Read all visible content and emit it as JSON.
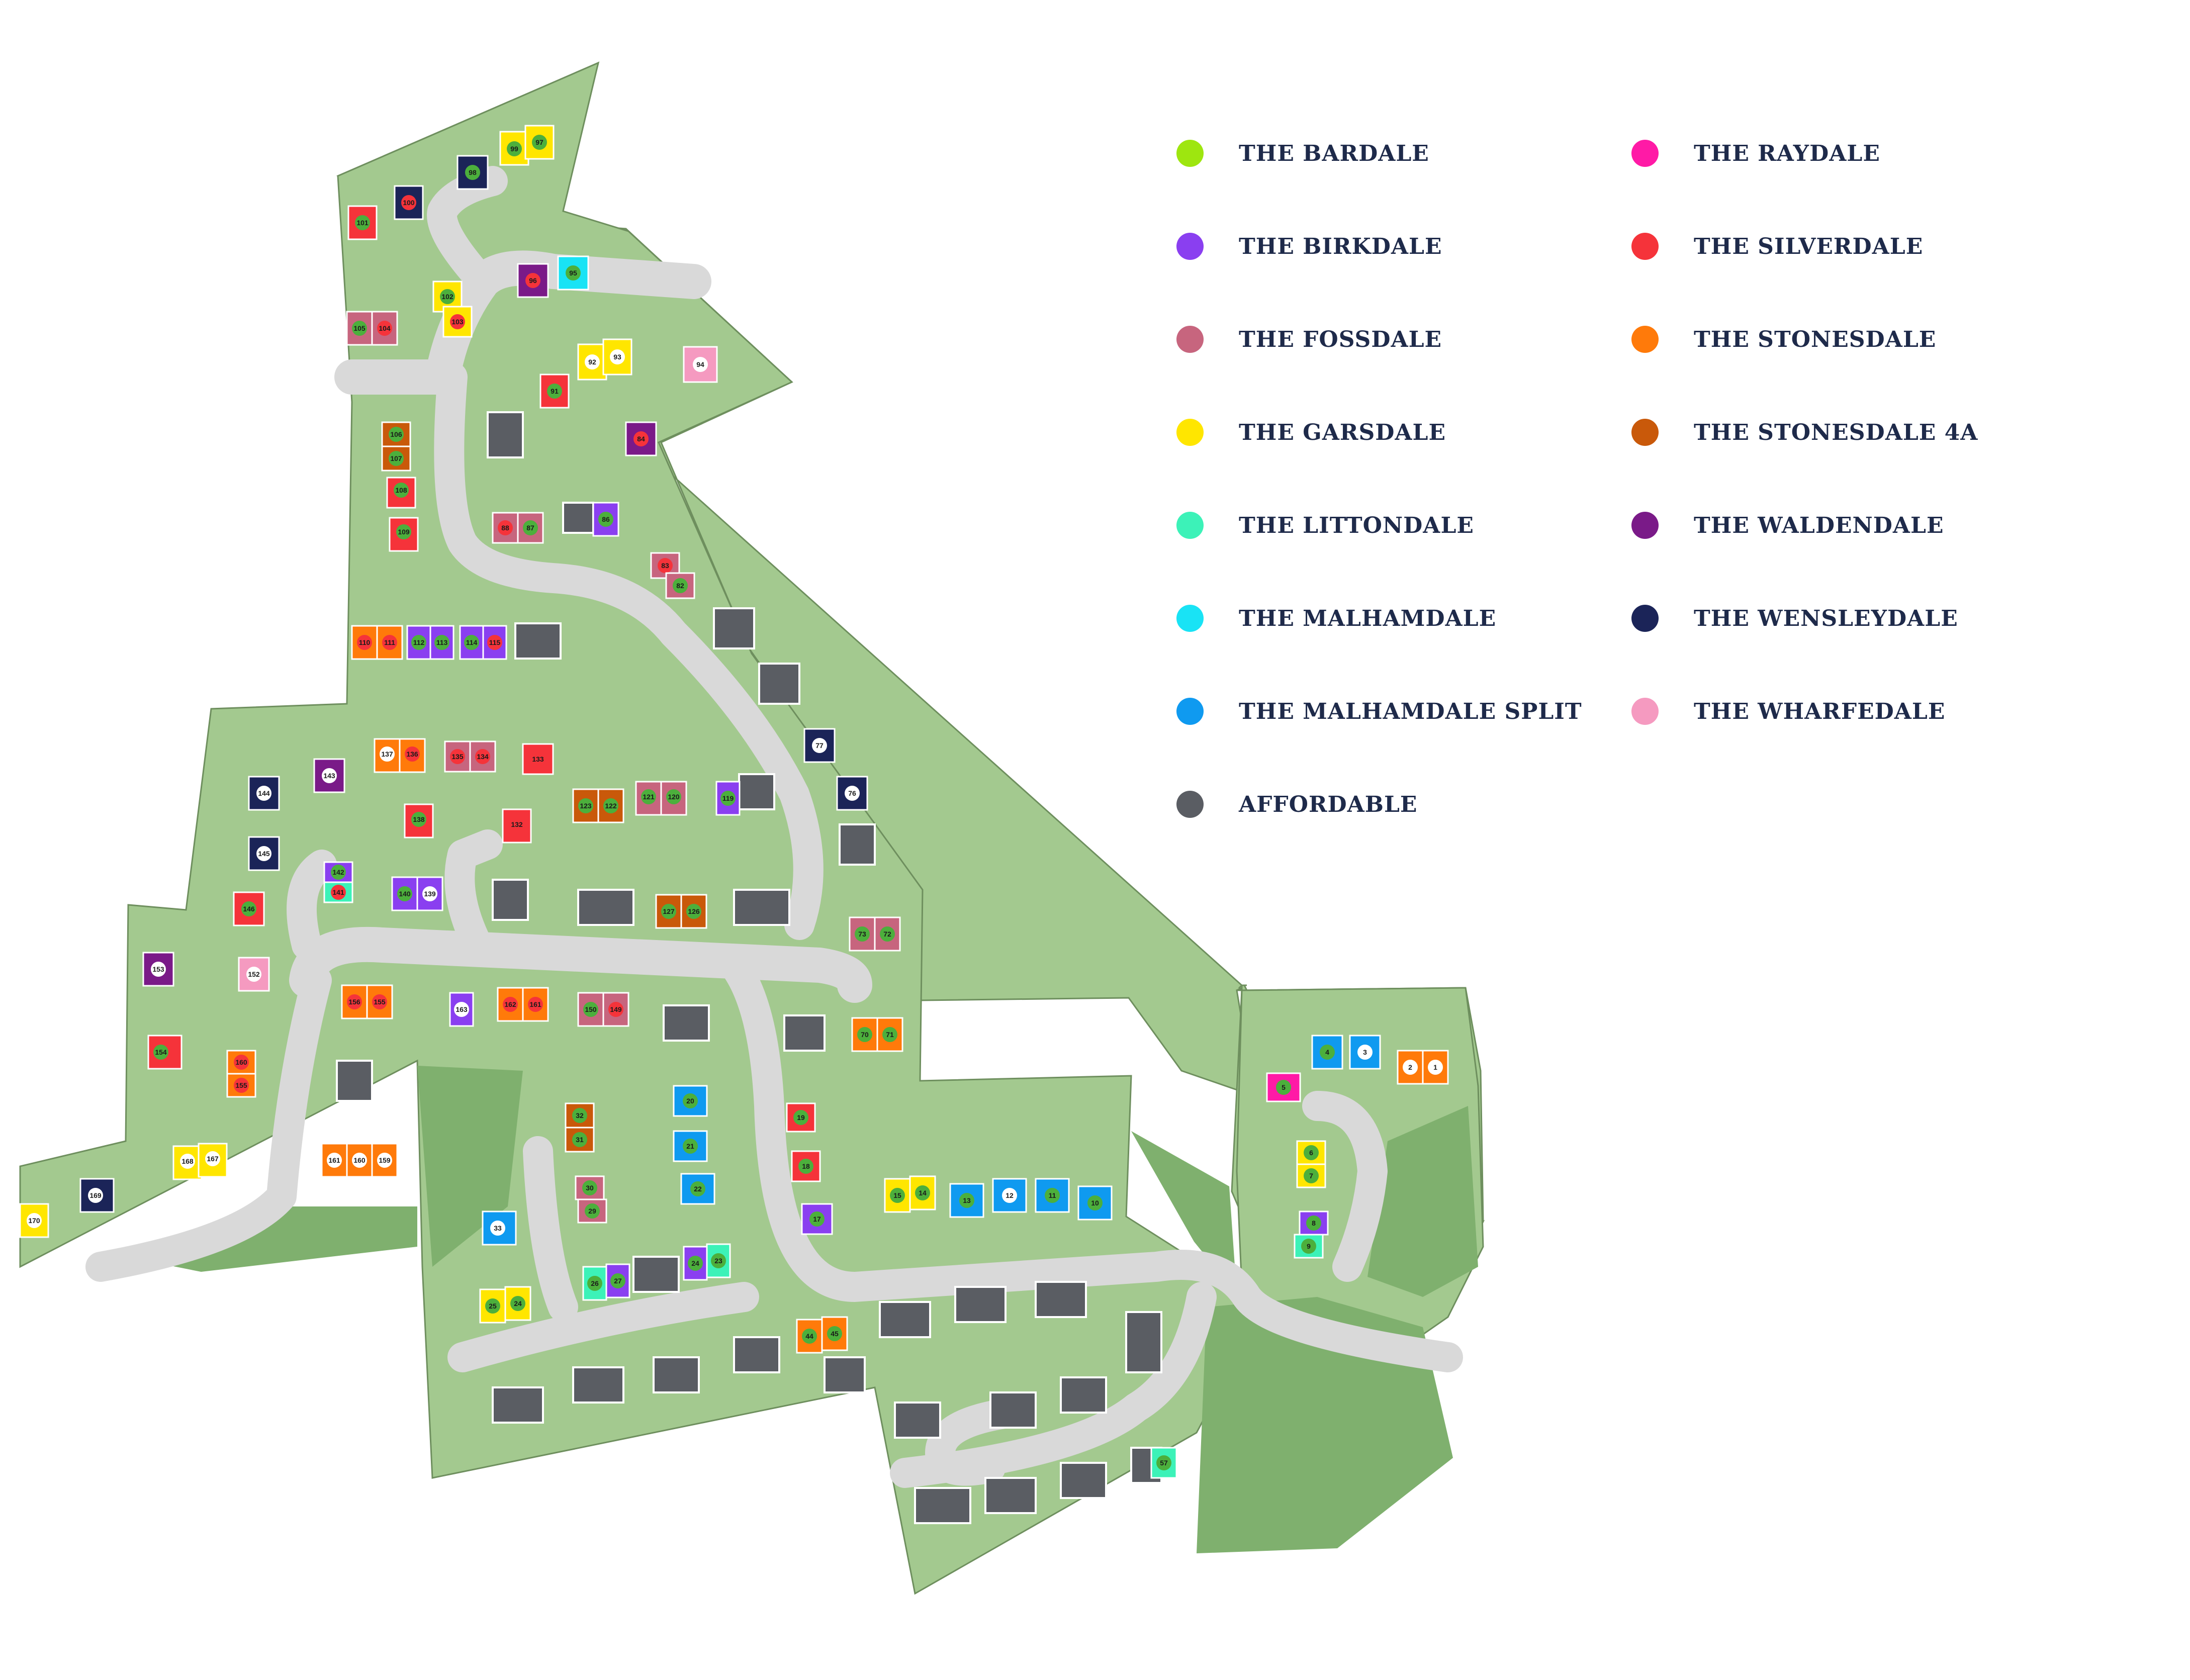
{
  "legend": {
    "items": [
      {
        "label": "THE BARDALE",
        "color": "#9ee60f"
      },
      {
        "label": "THE BIRKDALE",
        "color": "#8a3ff0"
      },
      {
        "label": "THE FOSSDALE",
        "color": "#c7657e"
      },
      {
        "label": "THE GARSDALE",
        "color": "#ffe600"
      },
      {
        "label": "THE LITTONDALE",
        "color": "#3cf2b8"
      },
      {
        "label": "THE MALHAMDALE",
        "color": "#19e3f5"
      },
      {
        "label": "THE MALHAMDALE SPLIT",
        "color": "#0f9af0"
      },
      {
        "label": "AFFORDABLE",
        "color": "#5a5d63"
      },
      {
        "label": "THE RAYDALE",
        "color": "#ff1aa6"
      },
      {
        "label": "THE SILVERDALE",
        "color": "#f5333a"
      },
      {
        "label": "THE STONESDALE",
        "color": "#ff7a0a"
      },
      {
        "label": "THE STONESDALE 4A",
        "color": "#c9590a"
      },
      {
        "label": "THE WALDENDALE",
        "color": "#7a1a88"
      },
      {
        "label": "THE WENSLEYDALE",
        "color": "#1b2458"
      },
      {
        "label": "THE WHARFEDALE",
        "color": "#f59ac0"
      }
    ]
  },
  "colors": {
    "site_green": "#a3c98f",
    "dark_green": "#7fb06e",
    "road": "#d9d9d9",
    "plot_line": "#6e8f5e",
    "house_roof": "#5a5d63"
  },
  "plots": [
    {
      "num": "99",
      "type": "garsdale"
    },
    {
      "num": "97",
      "type": "garsdale"
    },
    {
      "num": "98",
      "type": "wensleydale"
    },
    {
      "num": "101",
      "type": "silverdale"
    },
    {
      "num": "100",
      "type": "wensleydale"
    },
    {
      "num": "96",
      "type": "waldendale"
    },
    {
      "num": "95",
      "type": "malhamdale"
    },
    {
      "num": "102",
      "type": "garsdale"
    },
    {
      "num": "103",
      "type": "garsdale"
    },
    {
      "num": "105",
      "type": "fossdale"
    },
    {
      "num": "104",
      "type": "fossdale"
    },
    {
      "num": "92",
      "type": "garsdale"
    },
    {
      "num": "93",
      "type": "garsdale"
    },
    {
      "num": "94",
      "type": "wharfedale"
    },
    {
      "num": "91",
      "type": "silverdale"
    },
    {
      "num": "84",
      "type": "waldendale"
    },
    {
      "num": "106",
      "type": "stonesdale4a"
    },
    {
      "num": "107",
      "type": "stonesdale4a"
    },
    {
      "num": "108",
      "type": "silverdale"
    },
    {
      "num": "109",
      "type": "silverdale"
    },
    {
      "num": "88",
      "type": "fossdale"
    },
    {
      "num": "87",
      "type": "fossdale"
    },
    {
      "num": "86",
      "type": "birkdale"
    },
    {
      "num": "83",
      "type": "fossdale"
    },
    {
      "num": "82",
      "type": "fossdale"
    },
    {
      "num": "110",
      "type": "stonesdale"
    },
    {
      "num": "111",
      "type": "stonesdale"
    },
    {
      "num": "112",
      "type": "birkdale"
    },
    {
      "num": "113",
      "type": "birkdale"
    },
    {
      "num": "114",
      "type": "birkdale"
    },
    {
      "num": "115",
      "type": "birkdale"
    },
    {
      "num": "77",
      "type": "wensleydale"
    },
    {
      "num": "76",
      "type": "wensleydale"
    },
    {
      "num": "143",
      "type": "waldendale"
    },
    {
      "num": "137",
      "type": "stonesdale"
    },
    {
      "num": "136",
      "type": "stonesdale"
    },
    {
      "num": "135",
      "type": "fossdale"
    },
    {
      "num": "134",
      "type": "fossdale"
    },
    {
      "num": "133",
      "type": "silverdale"
    },
    {
      "num": "144",
      "type": "wensleydale"
    },
    {
      "num": "138",
      "type": "silverdale"
    },
    {
      "num": "132",
      "type": "silverdale"
    },
    {
      "num": "123",
      "type": "stonesdale4a"
    },
    {
      "num": "122",
      "type": "stonesdale4a"
    },
    {
      "num": "121",
      "type": "fossdale"
    },
    {
      "num": "120",
      "type": "fossdale"
    },
    {
      "num": "119",
      "type": "birkdale"
    },
    {
      "num": "145",
      "type": "wensleydale"
    },
    {
      "num": "142",
      "type": "birkdale"
    },
    {
      "num": "141",
      "type": "littondale"
    },
    {
      "num": "140",
      "type": "birkdale"
    },
    {
      "num": "139",
      "type": "birkdale"
    },
    {
      "num": "127",
      "type": "stonesdale4a"
    },
    {
      "num": "126",
      "type": "stonesdale4a"
    },
    {
      "num": "146",
      "type": "silverdale"
    },
    {
      "num": "73",
      "type": "fossdale"
    },
    {
      "num": "72",
      "type": "fossdale"
    },
    {
      "num": "153",
      "type": "waldendale"
    },
    {
      "num": "152",
      "type": "wharfedale"
    },
    {
      "num": "156",
      "type": "stonesdale"
    },
    {
      "num": "155",
      "type": "stonesdale"
    },
    {
      "num": "163",
      "type": "birkdale"
    },
    {
      "num": "162",
      "type": "stonesdale"
    },
    {
      "num": "161",
      "type": "stonesdale"
    },
    {
      "num": "150",
      "type": "fossdale"
    },
    {
      "num": "149",
      "type": "fossdale"
    },
    {
      "num": "70",
      "type": "stonesdale"
    },
    {
      "num": "71",
      "type": "stonesdale"
    },
    {
      "num": "154",
      "type": "silverdale"
    },
    {
      "num": "160",
      "type": "stonesdale"
    },
    {
      "num": "155",
      "type": "stonesdale"
    },
    {
      "num": "168",
      "type": "garsdale"
    },
    {
      "num": "167",
      "type": "garsdale"
    },
    {
      "num": "161",
      "type": "stonesdale"
    },
    {
      "num": "160",
      "type": "stonesdale"
    },
    {
      "num": "159",
      "type": "stonesdale"
    },
    {
      "num": "169",
      "type": "wensleydale"
    },
    {
      "num": "170",
      "type": "garsdale"
    },
    {
      "num": "32",
      "type": "stonesdale4a"
    },
    {
      "num": "31",
      "type": "stonesdale4a"
    },
    {
      "num": "20",
      "type": "malhamdale_split"
    },
    {
      "num": "21",
      "type": "malhamdale_split"
    },
    {
      "num": "22",
      "type": "malhamdale_split"
    },
    {
      "num": "19",
      "type": "silverdale"
    },
    {
      "num": "18",
      "type": "silverdale"
    },
    {
      "num": "17",
      "type": "birkdale"
    },
    {
      "num": "30",
      "type": "fossdale"
    },
    {
      "num": "29",
      "type": "fossdale"
    },
    {
      "num": "33",
      "type": "malhamdale_split"
    },
    {
      "num": "15",
      "type": "garsdale"
    },
    {
      "num": "14",
      "type": "garsdale"
    },
    {
      "num": "13",
      "type": "malhamdale_split"
    },
    {
      "num": "12",
      "type": "malhamdale_split"
    },
    {
      "num": "11",
      "type": "malhamdale_split"
    },
    {
      "num": "10",
      "type": "malhamdale_split"
    },
    {
      "num": "26",
      "type": "littondale"
    },
    {
      "num": "27",
      "type": "birkdale"
    },
    {
      "num": "24",
      "type": "birkdale"
    },
    {
      "num": "23",
      "type": "littondale"
    },
    {
      "num": "25",
      "type": "garsdale"
    },
    {
      "num": "24",
      "type": "garsdale"
    },
    {
      "num": "44",
      "type": "stonesdale"
    },
    {
      "num": "45",
      "type": "stonesdale"
    },
    {
      "num": "4",
      "type": "malhamdale_split"
    },
    {
      "num": "3",
      "type": "malhamdale_split"
    },
    {
      "num": "2",
      "type": "stonesdale"
    },
    {
      "num": "1",
      "type": "stonesdale"
    },
    {
      "num": "5",
      "type": "raydale"
    },
    {
      "num": "6",
      "type": "garsdale"
    },
    {
      "num": "7",
      "type": "garsdale"
    },
    {
      "num": "8",
      "type": "birkdale"
    },
    {
      "num": "9",
      "type": "littondale"
    },
    {
      "num": "57",
      "type": "littondale"
    }
  ]
}
